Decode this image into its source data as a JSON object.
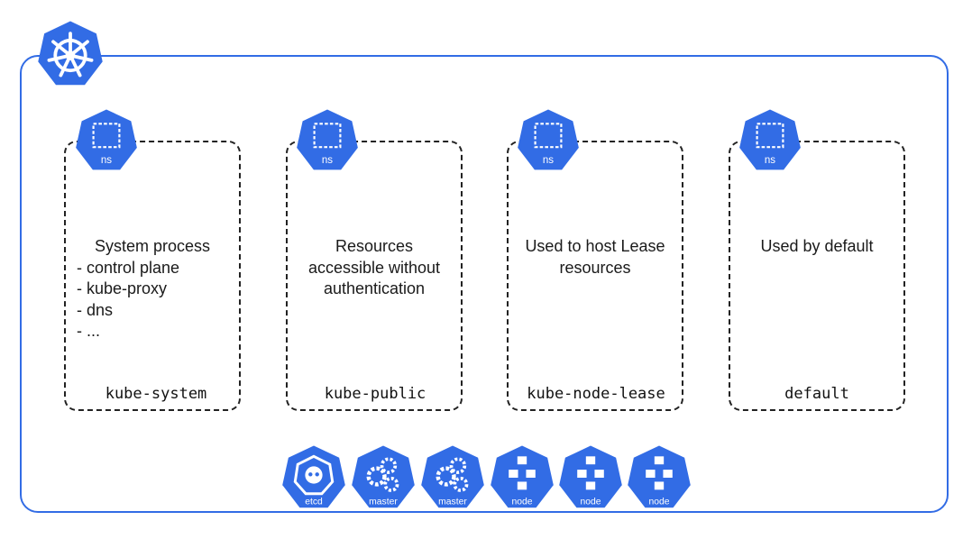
{
  "colors": {
    "k8s_blue": "#326ce5",
    "white": "#ffffff",
    "dashed_border": "#222222"
  },
  "namespaces": [
    {
      "icon_label": "ns",
      "description_lines": [
        "System process"
      ],
      "list_items": [
        "- control plane",
        "- kube-proxy",
        "- dns",
        "- ..."
      ],
      "name": "kube-system"
    },
    {
      "icon_label": "ns",
      "description_lines": [
        "Resources",
        "accessible without",
        "authentication"
      ],
      "list_items": [],
      "name": "kube-public"
    },
    {
      "icon_label": "ns",
      "description_lines": [
        "Used to host Lease",
        "resources"
      ],
      "list_items": [],
      "name": "kube-node-lease"
    },
    {
      "icon_label": "ns",
      "description_lines": [
        "Used by default"
      ],
      "list_items": [],
      "name": "default"
    }
  ],
  "components": [
    {
      "label": "etcd",
      "icon": "etcd-icon"
    },
    {
      "label": "master",
      "icon": "master-icon"
    },
    {
      "label": "master",
      "icon": "master-icon"
    },
    {
      "label": "node",
      "icon": "node-icon"
    },
    {
      "label": "node",
      "icon": "node-icon"
    },
    {
      "label": "node",
      "icon": "node-icon"
    }
  ]
}
